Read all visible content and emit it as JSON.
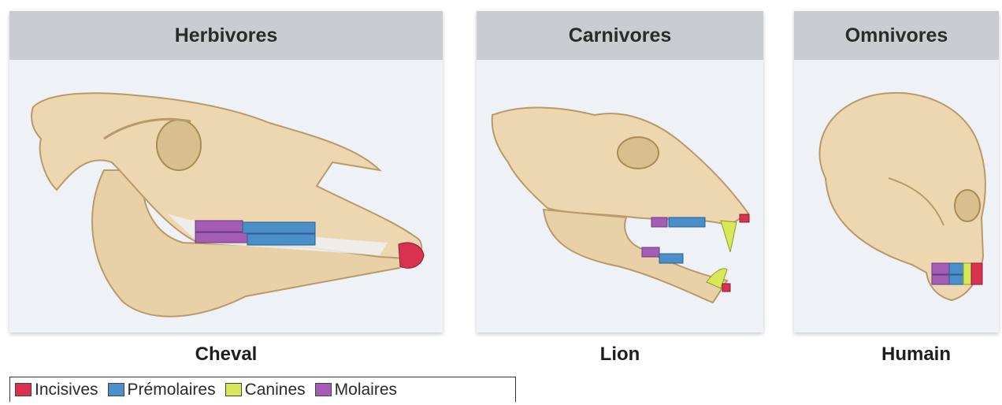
{
  "panels": [
    {
      "header": "Herbivores",
      "caption": "Cheval"
    },
    {
      "header": "Carnivores",
      "caption": "Lion"
    },
    {
      "header": "Omnivores",
      "caption": "Humain"
    }
  ],
  "legend": [
    {
      "label": "Incisives",
      "color": "#d8324f"
    },
    {
      "label": "Prémolaires",
      "color": "#4a8fc9"
    },
    {
      "label": "Canines",
      "color": "#d9e85a"
    },
    {
      "label": "Molaires",
      "color": "#a45db4"
    }
  ],
  "colors": {
    "bone": "#ecd7b0",
    "bone_shade": "#c9ad7e",
    "panel_bg": "#eef1f5",
    "header_bg": "#c9ccd1"
  }
}
